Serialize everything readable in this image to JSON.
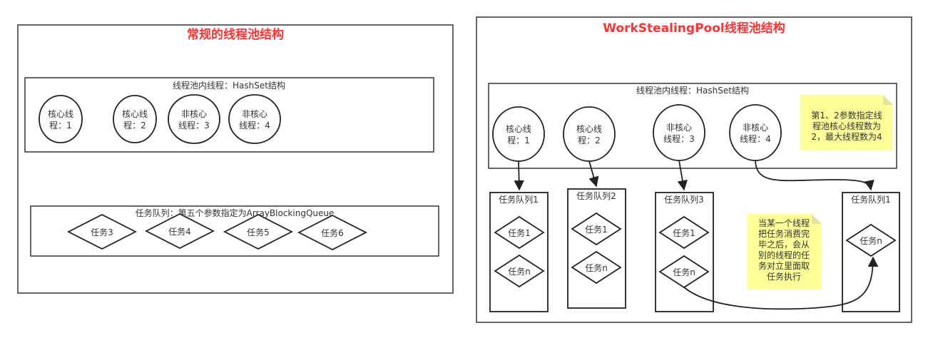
{
  "left": {
    "title": "常规的线程池结构",
    "pool_label": "线程池内线程：HashSet结构",
    "threads": [
      [
        "核心线",
        "程：1"
      ],
      [
        "核心线",
        "程：2"
      ],
      [
        "非核心",
        "线程：3"
      ],
      [
        "非核心",
        "线程：4"
      ]
    ],
    "queue_label": "任务队列：第五个参数指定为ArrayBlockingQueue",
    "tasks": [
      "任务3",
      "任务4",
      "任务5",
      "任务6"
    ]
  },
  "right": {
    "title": "WorkStealingPool线程池结构",
    "pool_label": "线程池内线程：HashSet结构",
    "threads": [
      [
        "核心线",
        "程：1"
      ],
      [
        "核心线",
        "程：2"
      ],
      [
        "非核心",
        "线程：3"
      ],
      [
        "非核心",
        "线程：4"
      ]
    ],
    "queues": [
      {
        "label": "任务队列1",
        "tasks": [
          "任务1",
          "任务n"
        ]
      },
      {
        "label": "任务队列2",
        "tasks": [
          "任务1",
          "任务n"
        ]
      },
      {
        "label": "任务队列3",
        "tasks": [
          "任务1",
          "任务n"
        ]
      },
      {
        "label": "任务队列1",
        "tasks": [
          "任务n"
        ]
      }
    ],
    "note1": [
      "第1、2参数指定线",
      "程池核心线程数为",
      "2，最大线程数为4"
    ],
    "note2": [
      "当某一个线程",
      "把任务消费完",
      "毕之后，会从",
      "别的线程的任",
      "务对立里面取",
      "任务执行"
    ]
  },
  "colors": {
    "title": "#ff3333",
    "note_fill": "#ffff99",
    "stroke": "#222222"
  }
}
